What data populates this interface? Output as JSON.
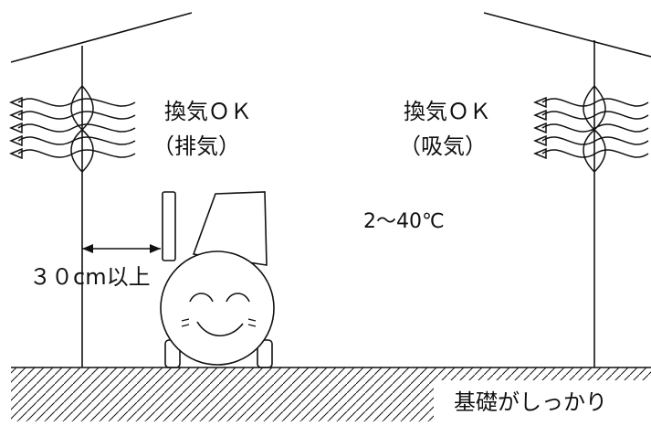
{
  "labels": {
    "left_title": "換気ＯＫ",
    "left_sub": "（排気）",
    "right_title": "換気ＯＫ",
    "right_sub": "（吸気）",
    "temperature": "2〜40℃",
    "clearance": "３０cm以上",
    "foundation": "基礎がしっかり"
  },
  "colors": {
    "line": "#111111",
    "background": "#ffffff"
  },
  "icons": {
    "left_vent": "exhaust-fan-icon",
    "right_vent": "intake-fan-icon",
    "machine": "smiling-compressor-icon"
  }
}
